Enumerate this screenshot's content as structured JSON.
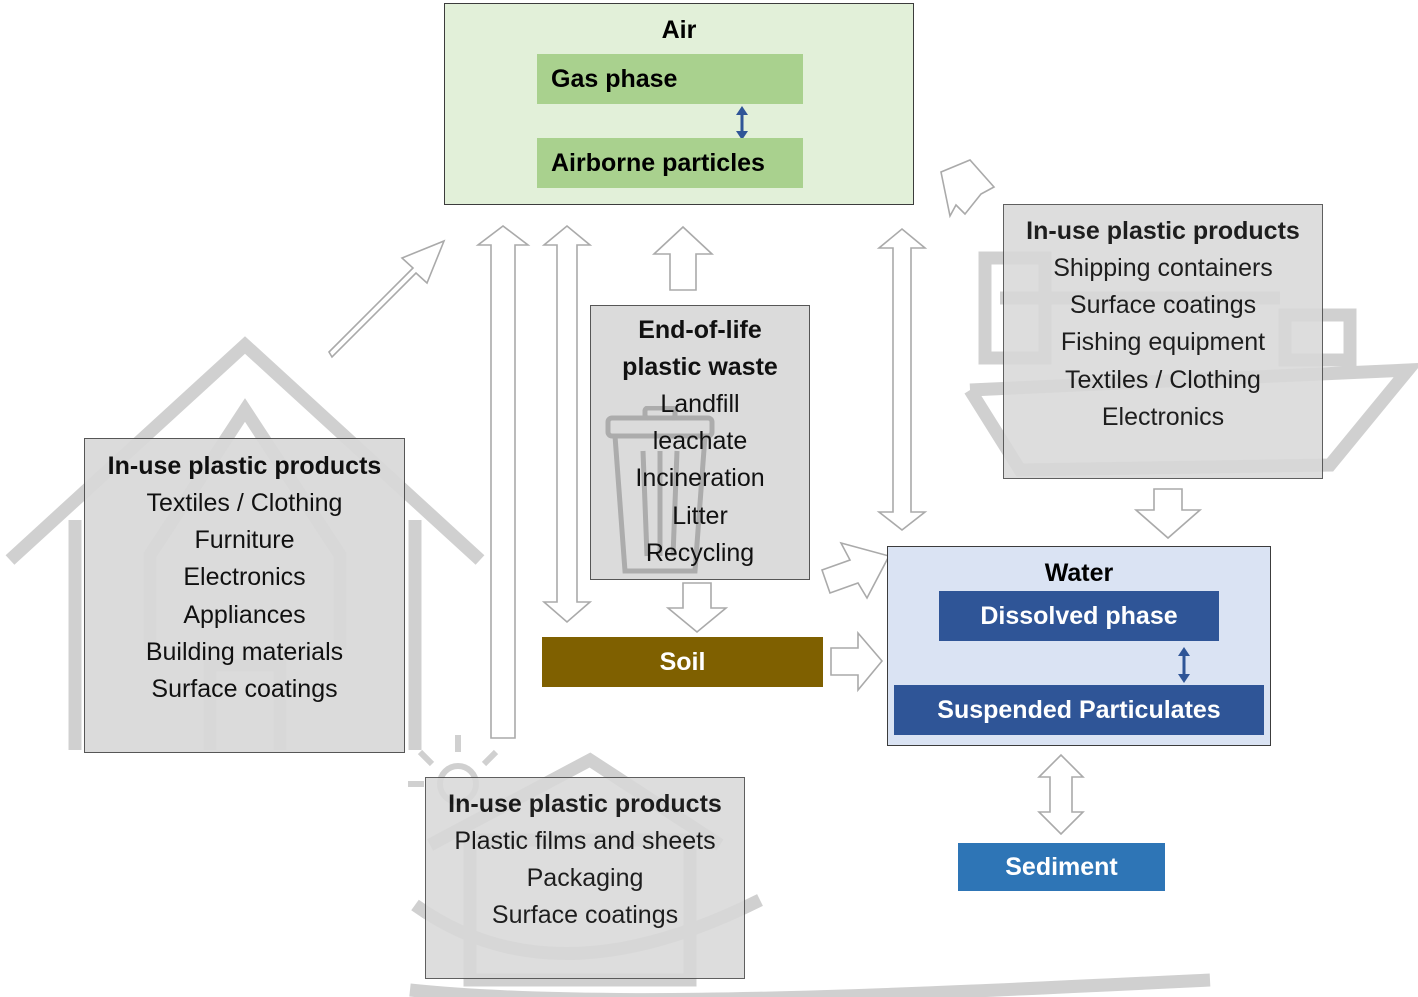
{
  "air": {
    "title": "Air",
    "gas_phase": "Gas phase",
    "airborne_particles": "Airborne particles"
  },
  "end_of_life": {
    "title_line1": "End-of-life",
    "title_line2": "plastic waste",
    "items": [
      "Landfill",
      "leachate",
      "Incineration",
      "Litter",
      "Recycling"
    ]
  },
  "household": {
    "title": "In-use plastic products",
    "items": [
      "Textiles / Clothing",
      "Furniture",
      "Electronics",
      "Appliances",
      "Building materials",
      "Surface coatings"
    ]
  },
  "shipping": {
    "title": "In-use plastic products",
    "items": [
      "Shipping containers",
      "Surface coatings",
      "Fishing equipment",
      "Textiles / Clothing",
      "Electronics"
    ]
  },
  "agriculture": {
    "title": "In-use plastic products",
    "items": [
      "Plastic films and sheets",
      "Packaging",
      "Surface coatings"
    ]
  },
  "soil": {
    "label": "Soil"
  },
  "water": {
    "title": "Water",
    "dissolved_phase": "Dissolved phase",
    "suspended_particulates": "Suspended Particulates"
  },
  "sediment": {
    "label": "Sediment"
  },
  "icons": [
    "house-icon",
    "ship-icon",
    "trash-can-icon",
    "barn-icon",
    "sun-icon"
  ],
  "colors": {
    "air_bg": "#e2f0d9",
    "air_bar": "#a9d18e",
    "water_bg": "#dae3f3",
    "water_bar": "#2f5597",
    "soil": "#7f6000",
    "sediment": "#2e75b6",
    "product_box": "#d9d9d9"
  }
}
